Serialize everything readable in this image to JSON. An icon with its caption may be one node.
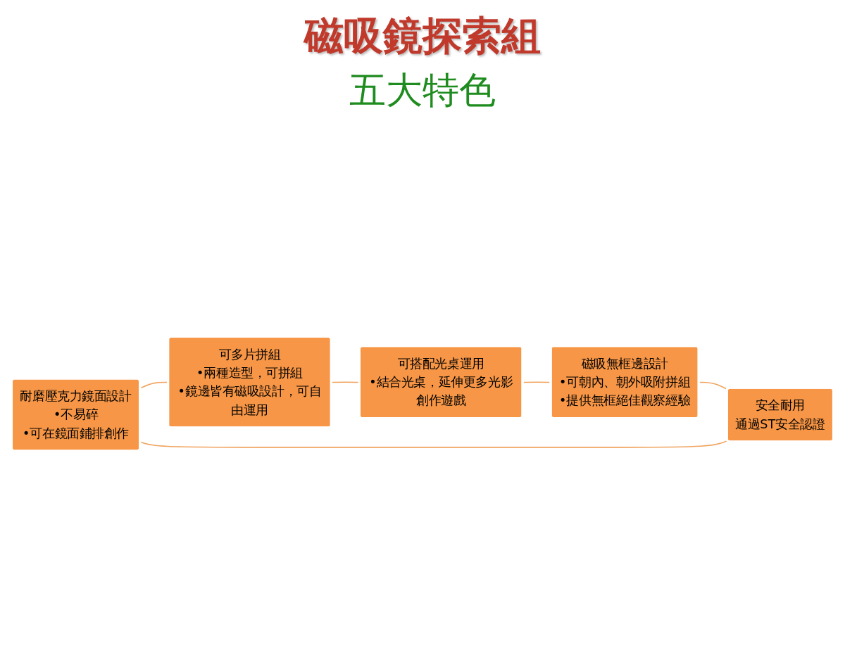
{
  "diagram": {
    "title": "磁吸鏡探索組",
    "nodes": [
      {
        "text": [
          "耐磨壓克力鏡面設計",
          "•不易碎",
          "•可在鏡面鋪排創作"
        ]
      },
      {
        "text": [
          "可多片拼組",
          "•兩種造型，可拼組",
          "•鏡邊皆有磁吸設計，可自由運用"
        ]
      },
      {
        "text": [
          "可搭配光桌運用",
          "•結合光桌，延伸更多光影創作遊戲"
        ]
      },
      {
        "text": [
          "磁吸無框邊設計",
          "•可朝內、朝外吸附拼組",
          "•提供無框絕佳觀察經驗"
        ]
      },
      {
        "text": [
          "安全耐用",
          "通過ST安全認證"
        ]
      }
    ],
    "edges": [
      {
        "from": 0,
        "to": 1,
        "arrow": "none"
      },
      {
        "from": 1,
        "to": 2,
        "arrow": "none"
      },
      {
        "from": 2,
        "to": 3,
        "arrow": "none"
      },
      {
        "from": 3,
        "to": 4,
        "arrow": "none"
      },
      {
        "from": 4,
        "to": 0,
        "arrow": "none"
      }
    ],
    "labels": [
      "五大特色"
    ]
  }
}
